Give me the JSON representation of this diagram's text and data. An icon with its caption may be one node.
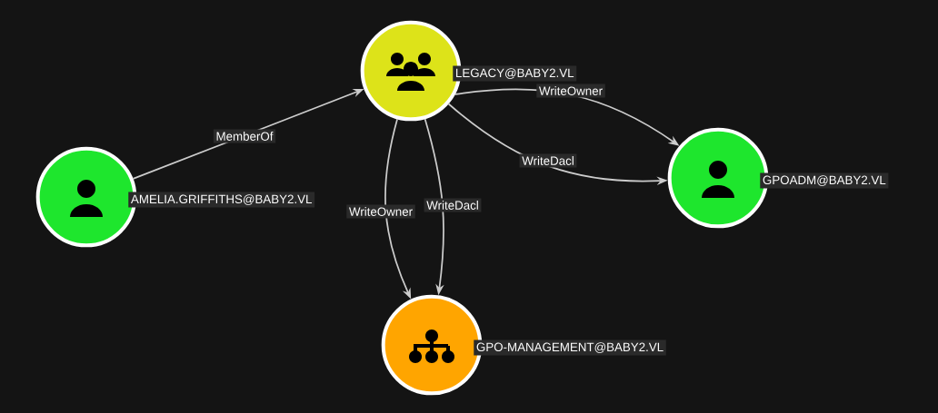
{
  "diagram": {
    "nodes": [
      {
        "text": [
          "LEGACY@BABY2.VL"
        ]
      },
      {
        "text": [
          "AMELIA.GRIFFITHS@BABY2.VL"
        ]
      },
      {
        "text": [
          "GPOADM@BABY2.VL"
        ]
      },
      {
        "text": [
          "GPO-MANAGEMENT@BABY2.VL"
        ]
      }
    ],
    "edges": [
      {
        "from": 1,
        "to": 0,
        "arrow": "to",
        "label": "MemberOf"
      },
      {
        "from": 0,
        "to": 2,
        "arrow": "to",
        "label": "WriteOwner"
      },
      {
        "from": 0,
        "to": 2,
        "arrow": "to",
        "label": "WriteDacl"
      },
      {
        "from": 0,
        "to": 3,
        "arrow": "to",
        "label": "WriteOwner"
      },
      {
        "from": 0,
        "to": 3,
        "arrow": "to",
        "label": "WriteDacl"
      }
    ]
  }
}
